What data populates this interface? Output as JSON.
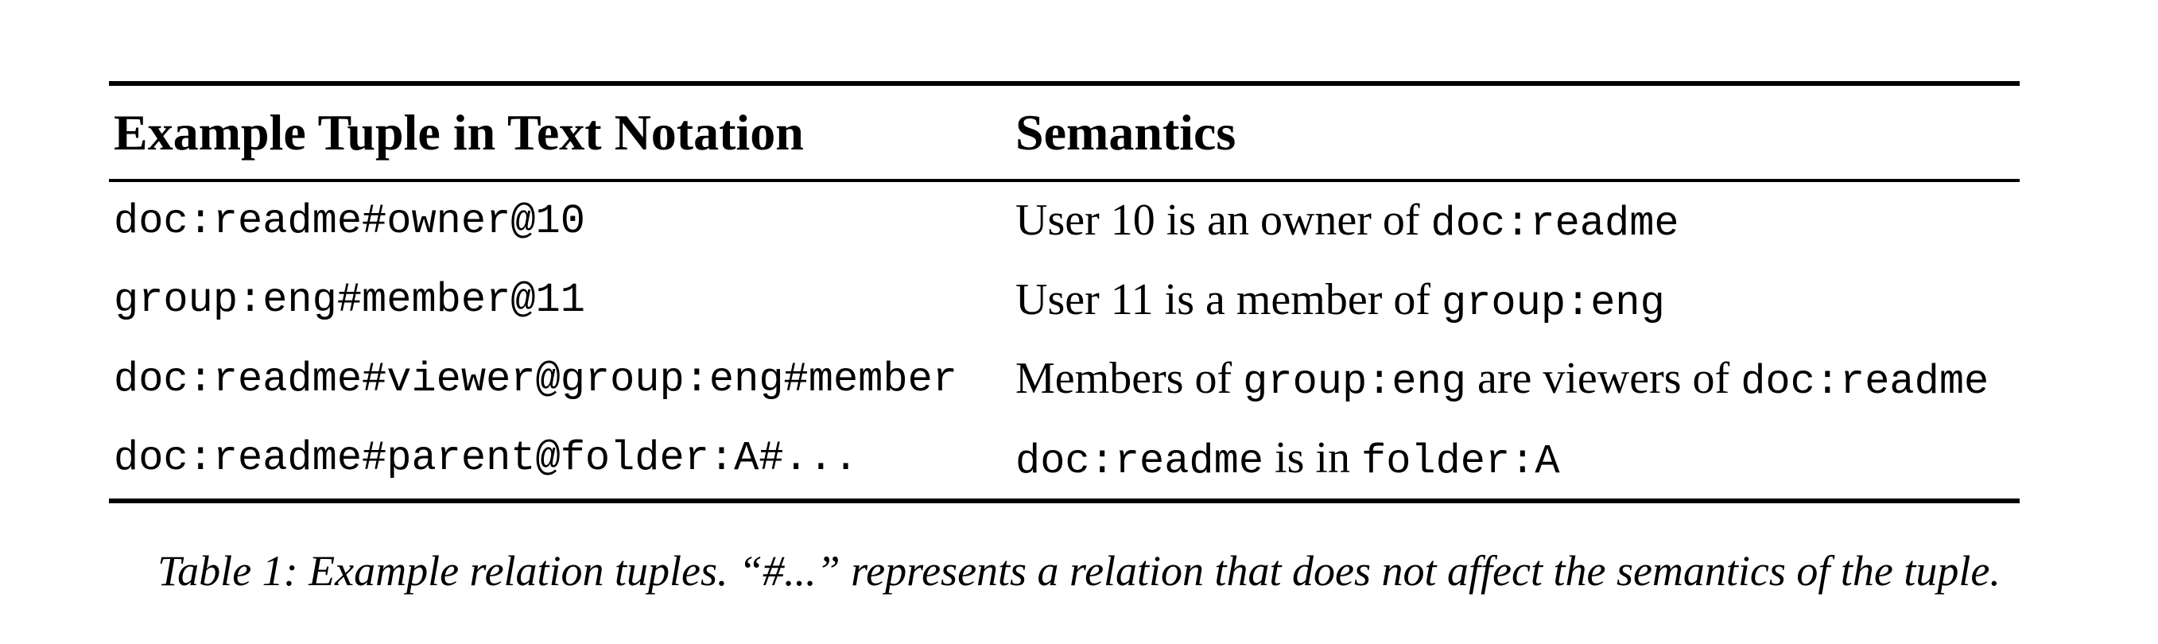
{
  "figure": {
    "background": "#ffffff",
    "ink": "#000000"
  },
  "table": {
    "header": {
      "tuple_column": "Example Tuple in Text Notation",
      "semantics_column": "Semantics"
    },
    "rows": [
      {
        "tuple": "doc:readme#owner@10",
        "semantics": [
          {
            "style": "serif",
            "text": "User 10 is an owner of "
          },
          {
            "style": "mono",
            "text": "doc:readme"
          }
        ]
      },
      {
        "tuple": "group:eng#member@11",
        "semantics": [
          {
            "style": "serif",
            "text": "User 11 is a member of "
          },
          {
            "style": "mono",
            "text": "group:eng"
          }
        ]
      },
      {
        "tuple": "doc:readme#viewer@group:eng#member",
        "semantics": [
          {
            "style": "serif",
            "text": "Members of "
          },
          {
            "style": "mono",
            "text": "group:eng"
          },
          {
            "style": "serif",
            "text": " are viewers of "
          },
          {
            "style": "mono",
            "text": "doc:readme"
          }
        ]
      },
      {
        "tuple": "doc:readme#parent@folder:A#...",
        "semantics": [
          {
            "style": "mono",
            "text": "doc:readme"
          },
          {
            "style": "serif",
            "text": " is in "
          },
          {
            "style": "mono",
            "text": "folder:A"
          }
        ]
      }
    ]
  },
  "caption": {
    "text": "Table 1: Example relation tuples. “#...” represents a relation that does not affect the semantics of the tuple."
  }
}
